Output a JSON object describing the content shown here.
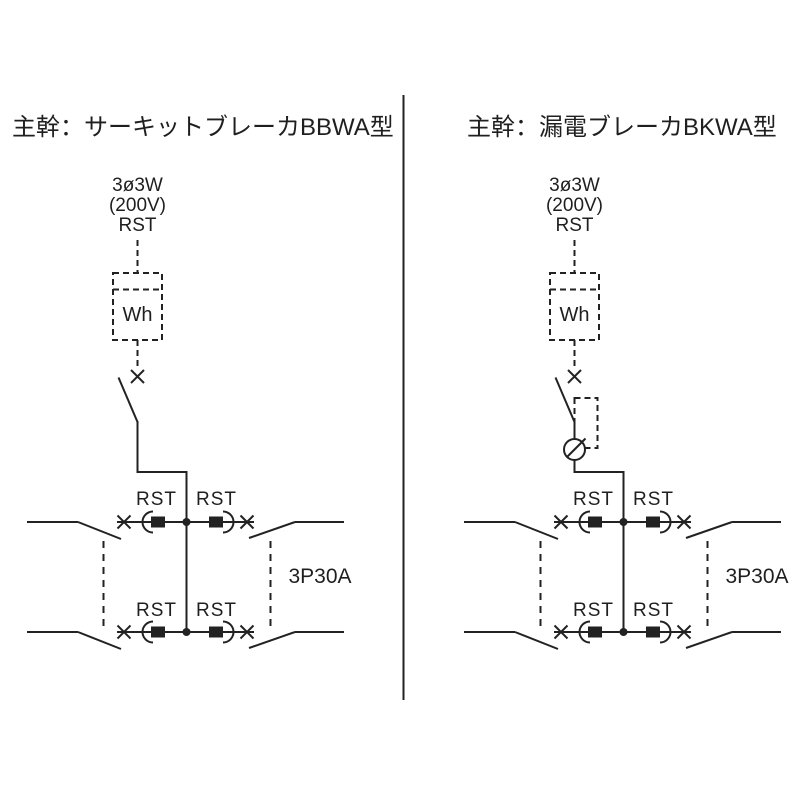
{
  "page": {
    "background": "#ffffff",
    "ink": "#222222"
  },
  "panels": [
    {
      "title": "主幹：サーキットブレーカBBWA型",
      "source": {
        "line1": "3ø3W",
        "line2": "(200V)",
        "line3": "RST"
      },
      "meter_label": "Wh",
      "branch_rating": "3P30A",
      "rows": [
        {
          "left_label": "RST",
          "right_label": "RST"
        },
        {
          "left_label": "RST",
          "right_label": "RST"
        }
      ]
    },
    {
      "title": "主幹：漏電ブレーカBKWA型",
      "source": {
        "line1": "3ø3W",
        "line2": "(200V)",
        "line3": "RST"
      },
      "meter_label": "Wh",
      "branch_rating": "3P30A",
      "rows": [
        {
          "left_label": "RST",
          "right_label": "RST"
        },
        {
          "left_label": "RST",
          "right_label": "RST"
        }
      ]
    }
  ]
}
